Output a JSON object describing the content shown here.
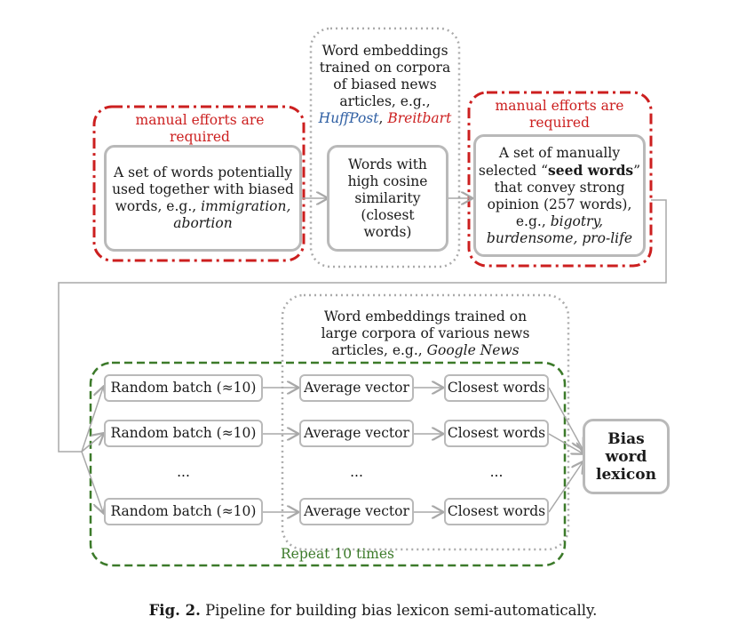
{
  "top": {
    "manual1": {
      "line1": "manual efforts are",
      "line2": "required"
    },
    "manual2": {
      "line1": "manual efforts are",
      "line2": "required"
    },
    "potential_words": {
      "line1": "A set of words potentially",
      "line2": "used together with biased",
      "line3a": "words, e.g., ",
      "line3b": "immigration,",
      "line4": "abortion"
    },
    "embeddings1": {
      "line1": "Word embeddings",
      "line2": "trained on corpora",
      "line3": "of biased news",
      "line4": "articles, e.g.,",
      "src1": "HuffPost",
      "sep": ", ",
      "src2": "Breitbart"
    },
    "cosine": {
      "line1": "Words with",
      "line2": "high cosine",
      "line3": "similarity",
      "line4": "(closest",
      "line5": "words)"
    },
    "seed": {
      "line1": "A set of manually",
      "line2a": "selected “",
      "line2b": "seed words",
      "line2c": "”",
      "line3": "that convey strong",
      "line4": "opinion (257 words),",
      "line5a": "e.g., ",
      "line5b": "bigotry,",
      "line6": "burdensome, pro-life"
    }
  },
  "bottom": {
    "embeddings2": {
      "line1": "Word embeddings trained on",
      "line2": "large corpora of various news",
      "line3a": "articles, e.g., ",
      "line3b": "Google News"
    },
    "random_batch": "Random batch (≈10)",
    "average_vector": "Average vector",
    "closest_words": "Closest words",
    "ellipsis": "...",
    "repeat": "Repeat 10 times",
    "lexicon": {
      "line1": "Bias",
      "line2": "word",
      "line3": "lexicon"
    }
  },
  "caption": {
    "label": "Fig. 2.",
    "text": "Pipeline for building bias lexicon semi-automatically."
  },
  "colors": {
    "red": "#cc1f1f",
    "green": "#3c7a2a",
    "blue": "#2f5fa3",
    "gray": "#b9b9b9"
  }
}
